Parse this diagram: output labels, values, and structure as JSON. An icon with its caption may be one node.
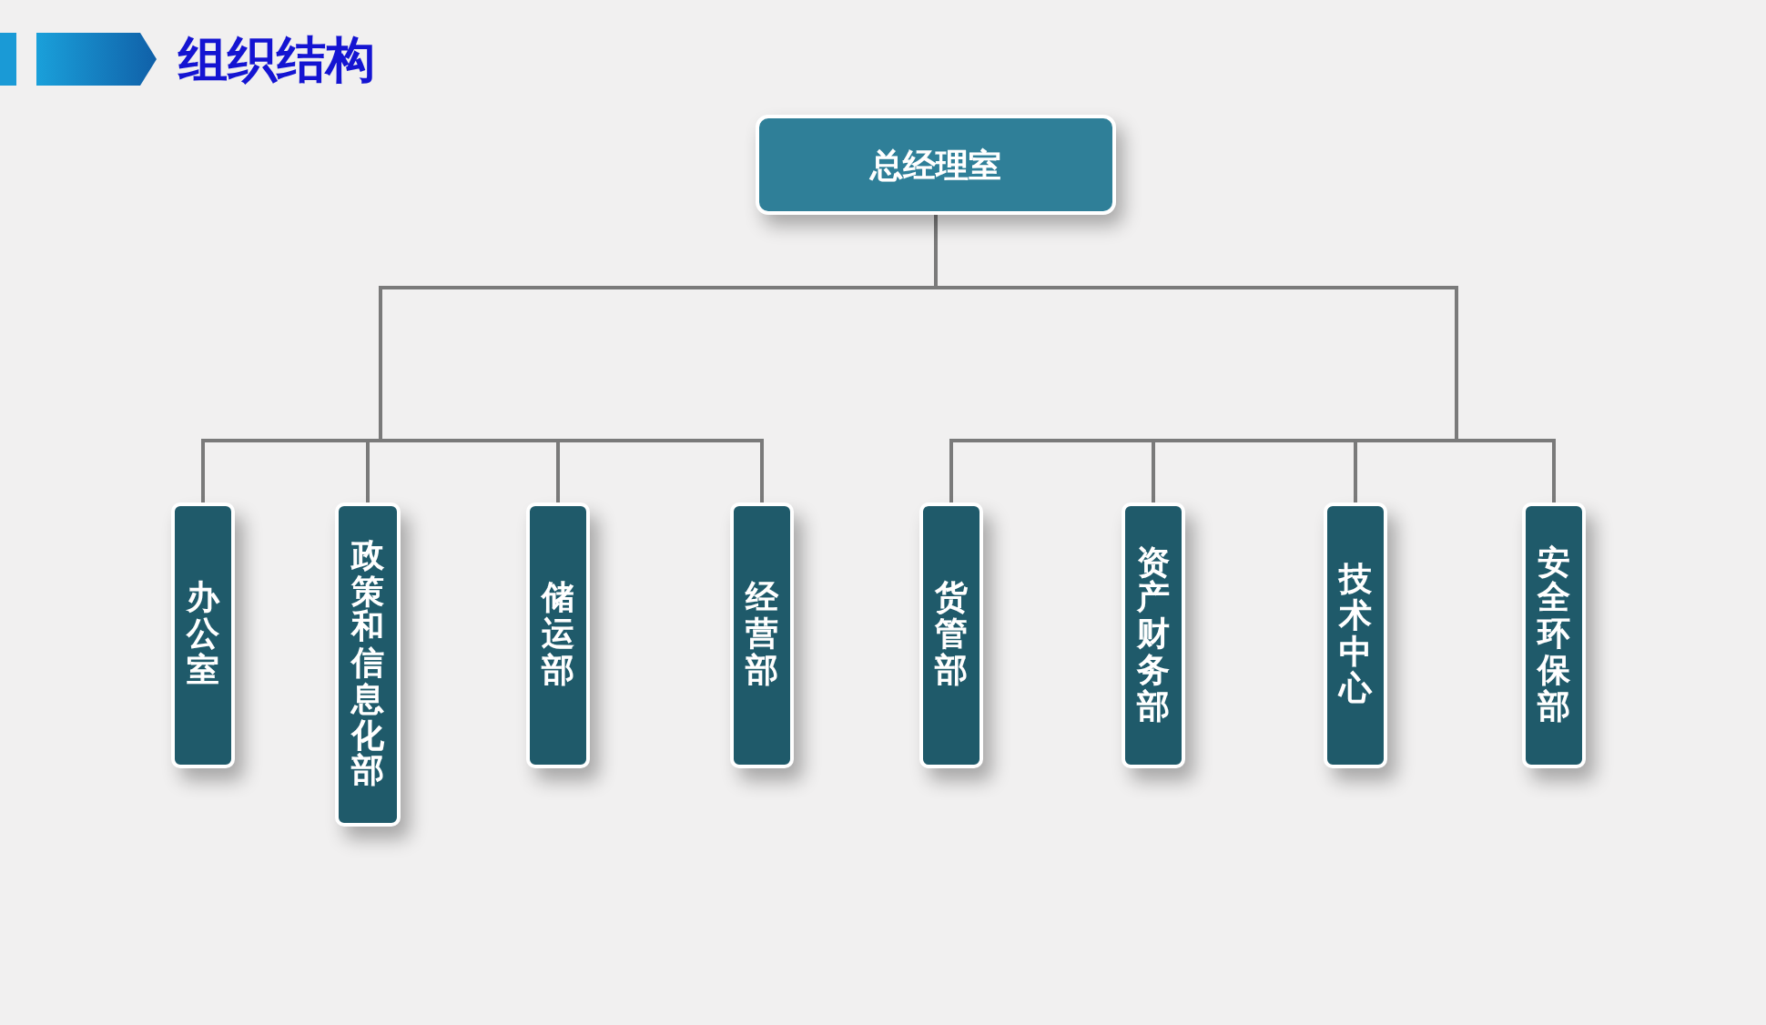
{
  "diagram": {
    "title": "组织结构",
    "nodes": [
      {
        "text": [
          "总经理室"
        ]
      },
      {
        "text": [
          "办公室"
        ]
      },
      {
        "text": [
          "政策和信息化部"
        ]
      },
      {
        "text": [
          "储运部"
        ]
      },
      {
        "text": [
          "经营部"
        ]
      },
      {
        "text": [
          "货管部"
        ]
      },
      {
        "text": [
          "资产财务部"
        ]
      },
      {
        "text": [
          "技术中心"
        ]
      },
      {
        "text": [
          "安全环保部"
        ]
      }
    ],
    "edges": [
      {
        "from": 0,
        "to": 1,
        "arrow": "none"
      },
      {
        "from": 0,
        "to": 2,
        "arrow": "none"
      },
      {
        "from": 0,
        "to": 3,
        "arrow": "none"
      },
      {
        "from": 0,
        "to": 4,
        "arrow": "none"
      },
      {
        "from": 0,
        "to": 5,
        "arrow": "none"
      },
      {
        "from": 0,
        "to": 6,
        "arrow": "none"
      },
      {
        "from": 0,
        "to": 7,
        "arrow": "none"
      },
      {
        "from": 0,
        "to": 8,
        "arrow": "none"
      }
    ]
  }
}
